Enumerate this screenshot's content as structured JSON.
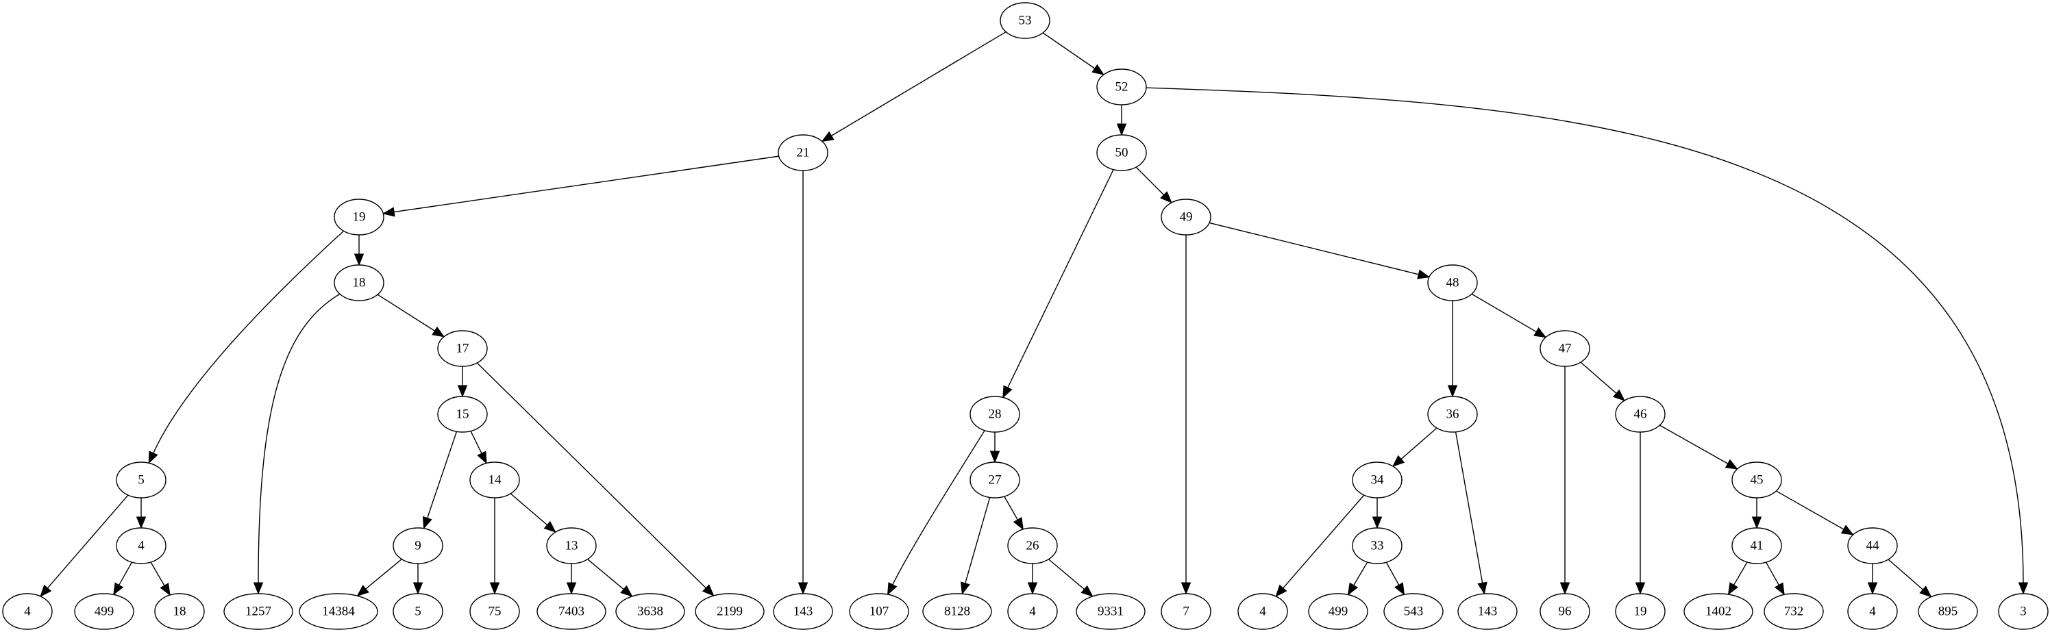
{
  "tree": {
    "nodes": [
      {
        "id": "n53",
        "label": "53"
      },
      {
        "id": "n21",
        "label": "21"
      },
      {
        "id": "n52",
        "label": "52"
      },
      {
        "id": "n19",
        "label": "19"
      },
      {
        "id": "n143a",
        "label": "143"
      },
      {
        "id": "n50",
        "label": "50"
      },
      {
        "id": "n3",
        "label": "3"
      },
      {
        "id": "n5a",
        "label": "5"
      },
      {
        "id": "n18",
        "label": "18"
      },
      {
        "id": "n28",
        "label": "28"
      },
      {
        "id": "n49",
        "label": "49"
      },
      {
        "id": "n4a",
        "label": "4"
      },
      {
        "id": "n4node",
        "label": "4"
      },
      {
        "id": "n499a",
        "label": "499"
      },
      {
        "id": "n18leaf",
        "label": "18"
      },
      {
        "id": "n1257",
        "label": "1257"
      },
      {
        "id": "n17",
        "label": "17"
      },
      {
        "id": "n15",
        "label": "15"
      },
      {
        "id": "n2199",
        "label": "2199"
      },
      {
        "id": "n9",
        "label": "9"
      },
      {
        "id": "n14",
        "label": "14"
      },
      {
        "id": "n14384",
        "label": "14384"
      },
      {
        "id": "n5b",
        "label": "5"
      },
      {
        "id": "n75",
        "label": "75"
      },
      {
        "id": "n13",
        "label": "13"
      },
      {
        "id": "n7403",
        "label": "7403"
      },
      {
        "id": "n3638",
        "label": "3638"
      },
      {
        "id": "n107",
        "label": "107"
      },
      {
        "id": "n27",
        "label": "27"
      },
      {
        "id": "n8128",
        "label": "8128"
      },
      {
        "id": "n26",
        "label": "26"
      },
      {
        "id": "n4b",
        "label": "4"
      },
      {
        "id": "n9331",
        "label": "9331"
      },
      {
        "id": "n7",
        "label": "7"
      },
      {
        "id": "n48",
        "label": "48"
      },
      {
        "id": "n36",
        "label": "36"
      },
      {
        "id": "n47",
        "label": "47"
      },
      {
        "id": "n34",
        "label": "34"
      },
      {
        "id": "n143b",
        "label": "143"
      },
      {
        "id": "n4c",
        "label": "4"
      },
      {
        "id": "n33",
        "label": "33"
      },
      {
        "id": "n499b",
        "label": "499"
      },
      {
        "id": "n543",
        "label": "543"
      },
      {
        "id": "n96",
        "label": "96"
      },
      {
        "id": "n46",
        "label": "46"
      },
      {
        "id": "n19leaf",
        "label": "19"
      },
      {
        "id": "n45",
        "label": "45"
      },
      {
        "id": "n41",
        "label": "41"
      },
      {
        "id": "n44",
        "label": "44"
      },
      {
        "id": "n1402",
        "label": "1402"
      },
      {
        "id": "n732",
        "label": "732"
      },
      {
        "id": "n4d",
        "label": "4"
      },
      {
        "id": "n895",
        "label": "895"
      }
    ],
    "edges": [
      [
        "n53",
        "n21"
      ],
      [
        "n53",
        "n52"
      ],
      [
        "n21",
        "n19"
      ],
      [
        "n21",
        "n143a"
      ],
      [
        "n52",
        "n50"
      ],
      [
        "n52",
        "n3"
      ],
      [
        "n19",
        "n5a"
      ],
      [
        "n19",
        "n18"
      ],
      [
        "n5a",
        "n4a"
      ],
      [
        "n5a",
        "n4node"
      ],
      [
        "n4node",
        "n499a"
      ],
      [
        "n4node",
        "n18leaf"
      ],
      [
        "n18",
        "n1257"
      ],
      [
        "n18",
        "n17"
      ],
      [
        "n17",
        "n15"
      ],
      [
        "n17",
        "n2199"
      ],
      [
        "n15",
        "n9"
      ],
      [
        "n15",
        "n14"
      ],
      [
        "n9",
        "n14384"
      ],
      [
        "n9",
        "n5b"
      ],
      [
        "n14",
        "n75"
      ],
      [
        "n14",
        "n13"
      ],
      [
        "n13",
        "n7403"
      ],
      [
        "n13",
        "n3638"
      ],
      [
        "n50",
        "n28"
      ],
      [
        "n50",
        "n49"
      ],
      [
        "n28",
        "n107"
      ],
      [
        "n28",
        "n27"
      ],
      [
        "n27",
        "n8128"
      ],
      [
        "n27",
        "n26"
      ],
      [
        "n26",
        "n4b"
      ],
      [
        "n26",
        "n9331"
      ],
      [
        "n49",
        "n7"
      ],
      [
        "n49",
        "n48"
      ],
      [
        "n48",
        "n36"
      ],
      [
        "n48",
        "n47"
      ],
      [
        "n36",
        "n34"
      ],
      [
        "n36",
        "n143b"
      ],
      [
        "n34",
        "n4c"
      ],
      [
        "n34",
        "n33"
      ],
      [
        "n33",
        "n499b"
      ],
      [
        "n33",
        "n543"
      ],
      [
        "n47",
        "n96"
      ],
      [
        "n47",
        "n46"
      ],
      [
        "n46",
        "n19leaf"
      ],
      [
        "n46",
        "n45"
      ],
      [
        "n45",
        "n41"
      ],
      [
        "n45",
        "n44"
      ],
      [
        "n41",
        "n1402"
      ],
      [
        "n41",
        "n732"
      ],
      [
        "n44",
        "n4d"
      ],
      [
        "n44",
        "n895"
      ]
    ]
  }
}
